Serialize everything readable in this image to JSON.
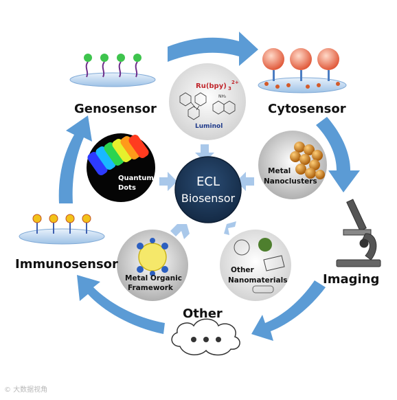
{
  "center": {
    "line1": "ECL",
    "line2": "Biosensor"
  },
  "labels": {
    "genosensor": "Genosensor",
    "cytosensor": "Cytosensor",
    "imaging": "Imaging",
    "other": "Other",
    "immunosensor": "Immunosensor"
  },
  "circles": {
    "ru_formula": "Ru(bpy)",
    "ru_sub": "3",
    "ru_sup": "2+",
    "luminol": "Luminol",
    "nh2": "NH₂",
    "quantum_1": "Quantum",
    "quantum_2": "Dots",
    "metal_nano_1": "Metal",
    "metal_nano_2": "Nanoclusters",
    "mof_1": "Metal Organic",
    "mof_2": "Framework",
    "other_nano_1": "Other",
    "other_nano_2": "Nanomaterials"
  },
  "watermark": "© 大数据视角",
  "colors": {
    "arrow": "#5b9bd5",
    "center": "#1f3a5c",
    "label_ru": "#c0262c",
    "label_luminol": "#1f3a8a"
  }
}
